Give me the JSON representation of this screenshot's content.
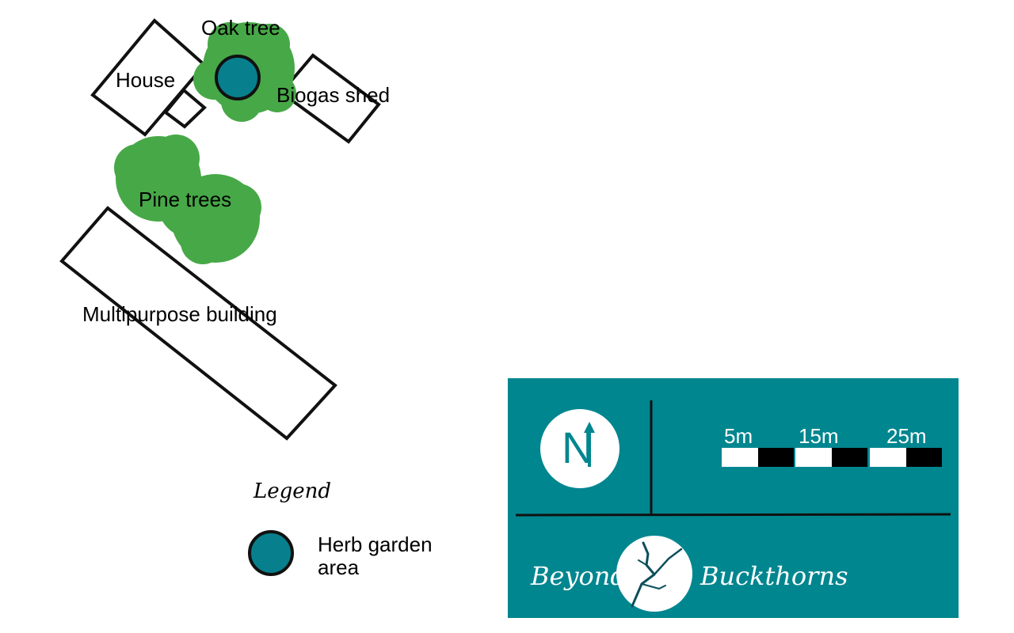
{
  "colors": {
    "teal": "#00868f",
    "tree_green": "#47a847",
    "herb_fill": "#087f8c",
    "outline": "#111111",
    "panel_text": "#ffffff"
  },
  "map": {
    "labels": {
      "oak_tree": "Oak tree",
      "house": "House",
      "biogas_shed": "Biogas shed",
      "pine_trees": "Pine trees",
      "multipurpose_building": "Multipurpose building"
    }
  },
  "legend": {
    "title": "Legend",
    "items": [
      {
        "label": "Herb garden area",
        "icon": "herb-garden-circle-icon"
      }
    ]
  },
  "info_panel": {
    "north_letter": "N",
    "scale_labels": [
      "5m",
      "15m",
      "25m"
    ],
    "brand_left": "Beyond",
    "brand_right": "Buckthorns",
    "logo_icon": "cracked-branch-logo-icon"
  }
}
